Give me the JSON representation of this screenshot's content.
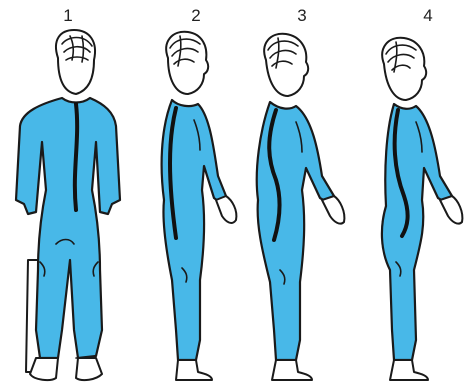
{
  "figure_labels": [
    "1",
    "2",
    "3",
    "4"
  ],
  "colors": {
    "suit": "#48b8e8",
    "ink": "#1a1a1a",
    "background": "#ffffff"
  }
}
